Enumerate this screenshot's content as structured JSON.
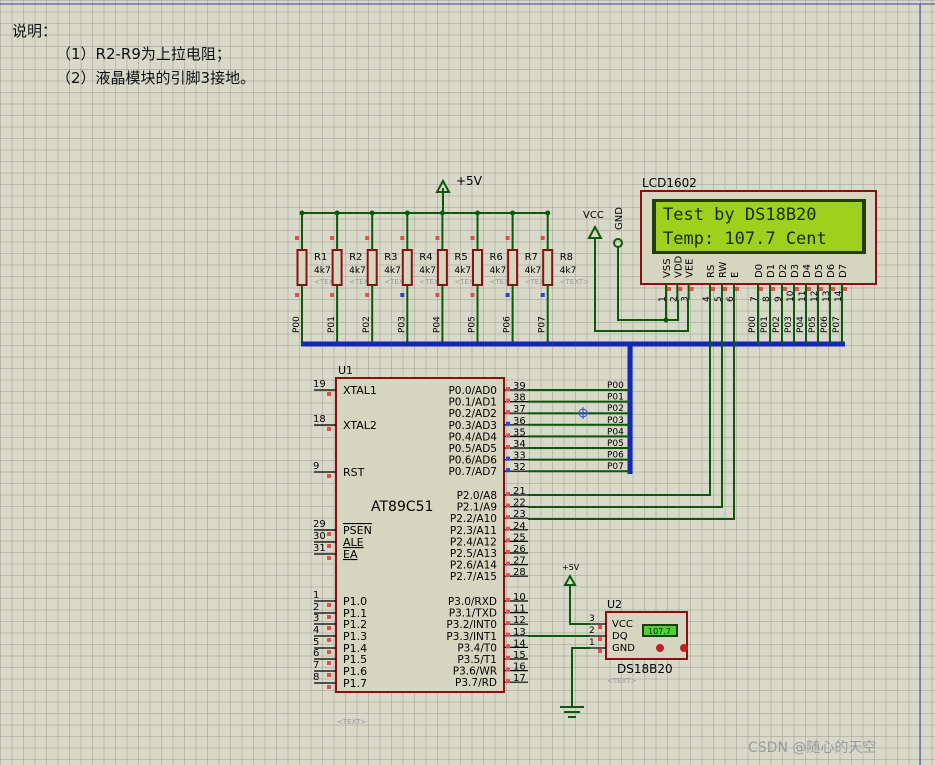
{
  "notes": {
    "title": "说明：",
    "line1": "（1）R2-R9为上拉电阻；",
    "line2": "（2）液晶模块的引脚3接地。"
  },
  "power": {
    "vcc5": "+5V",
    "vcc5_small": "+5V",
    "vcc": "VCC",
    "gnd": "GND"
  },
  "resistors": [
    {
      "ref": "R1",
      "value": "4k7",
      "net": "P00"
    },
    {
      "ref": "R2",
      "value": "4k7",
      "net": "P01"
    },
    {
      "ref": "R3",
      "value": "4k7",
      "net": "P02"
    },
    {
      "ref": "R4",
      "value": "4k7",
      "net": "P03"
    },
    {
      "ref": "R5",
      "value": "4k7",
      "net": "P04"
    },
    {
      "ref": "R6",
      "value": "4k7",
      "net": "P05"
    },
    {
      "ref": "R7",
      "value": "4k7",
      "net": "P06"
    },
    {
      "ref": "R8",
      "value": "4k7",
      "net": "P07"
    }
  ],
  "text_placeholder": "<TEXT>",
  "lcd": {
    "name": "LCD1602",
    "line1": "Test by DS18B20",
    "line2": "Temp: 107.7 Cent",
    "pins": [
      "VSS",
      "VDD",
      "VEE",
      "RS",
      "RW",
      "E",
      "D0",
      "D1",
      "D2",
      "D3",
      "D4",
      "D5",
      "D6",
      "D7"
    ],
    "pin_numbers": [
      "1",
      "2",
      "3",
      "4",
      "5",
      "6",
      "7",
      "8",
      "9",
      "10",
      "11",
      "12",
      "13",
      "14"
    ],
    "data_nets": [
      "P00",
      "P01",
      "P02",
      "P03",
      "P04",
      "P05",
      "P06",
      "P07"
    ]
  },
  "mcu": {
    "ref": "U1",
    "name": "AT89C51",
    "left_pins": [
      {
        "num": "19",
        "label": "XTAL1"
      },
      {
        "num": "18",
        "label": "XTAL2"
      },
      {
        "num": "9",
        "label": "RST"
      },
      {
        "num": "29",
        "label": "PSEN"
      },
      {
        "num": "30",
        "label": "ALE"
      },
      {
        "num": "31",
        "label": "EA"
      },
      {
        "num": "1",
        "label": "P1.0"
      },
      {
        "num": "2",
        "label": "P1.1"
      },
      {
        "num": "3",
        "label": "P1.2"
      },
      {
        "num": "4",
        "label": "P1.3"
      },
      {
        "num": "5",
        "label": "P1.4"
      },
      {
        "num": "6",
        "label": "P1.5"
      },
      {
        "num": "7",
        "label": "P1.6"
      },
      {
        "num": "8",
        "label": "P1.7"
      }
    ],
    "right_pins": [
      {
        "num": "39",
        "label": "P0.0/AD0",
        "net": "P00"
      },
      {
        "num": "38",
        "label": "P0.1/AD1",
        "net": "P01"
      },
      {
        "num": "37",
        "label": "P0.2/AD2",
        "net": "P02"
      },
      {
        "num": "36",
        "label": "P0.3/AD3",
        "net": "P03"
      },
      {
        "num": "35",
        "label": "P0.4/AD4",
        "net": "P04"
      },
      {
        "num": "34",
        "label": "P0.5/AD5",
        "net": "P05"
      },
      {
        "num": "33",
        "label": "P0.6/AD6",
        "net": "P06"
      },
      {
        "num": "32",
        "label": "P0.7/AD7",
        "net": "P07"
      },
      {
        "num": "21",
        "label": "P2.0/A8",
        "net": ""
      },
      {
        "num": "22",
        "label": "P2.1/A9",
        "net": ""
      },
      {
        "num": "23",
        "label": "P2.2/A10",
        "net": ""
      },
      {
        "num": "24",
        "label": "P2.3/A11",
        "net": ""
      },
      {
        "num": "25",
        "label": "P2.4/A12",
        "net": ""
      },
      {
        "num": "26",
        "label": "P2.5/A13",
        "net": ""
      },
      {
        "num": "27",
        "label": "P2.6/A14",
        "net": ""
      },
      {
        "num": "28",
        "label": "P2.7/A15",
        "net": ""
      },
      {
        "num": "10",
        "label": "P3.0/RXD",
        "net": ""
      },
      {
        "num": "11",
        "label": "P3.1/TXD",
        "net": ""
      },
      {
        "num": "12",
        "label": "P3.2/INT0",
        "net": ""
      },
      {
        "num": "13",
        "label": "P3.3/INT1",
        "net": ""
      },
      {
        "num": "14",
        "label": "P3.4/T0",
        "net": ""
      },
      {
        "num": "15",
        "label": "P3.5/T1",
        "net": ""
      },
      {
        "num": "16",
        "label": "P3.6/WR",
        "net": ""
      },
      {
        "num": "17",
        "label": "P3.7/RD",
        "net": ""
      }
    ]
  },
  "sensor": {
    "ref": "U2",
    "name": "DS18B20",
    "reading": "107.7",
    "pins": [
      {
        "num": "3",
        "label": "VCC"
      },
      {
        "num": "2",
        "label": "DQ"
      },
      {
        "num": "1",
        "label": "GND"
      }
    ]
  },
  "watermark": "CSDN @随心的天空",
  "colors": {
    "wire": "#0b5a0b",
    "bus": "#1428b4",
    "part_border": "#8a1010",
    "part_fill": "#d6d6c0",
    "lcd_green": "#9ed11c"
  }
}
